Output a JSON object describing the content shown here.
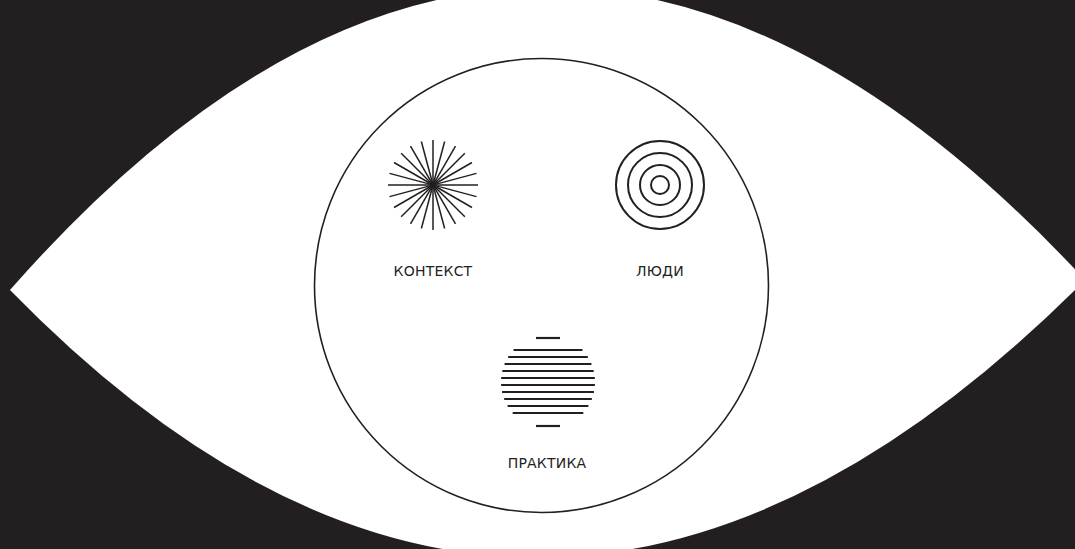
{
  "diagram": {
    "nodes": [
      {
        "text": [
          "КОНТЕКСТ",
          "ЛЮДИ",
          "ПРАКТИКА"
        ]
      }
    ]
  }
}
